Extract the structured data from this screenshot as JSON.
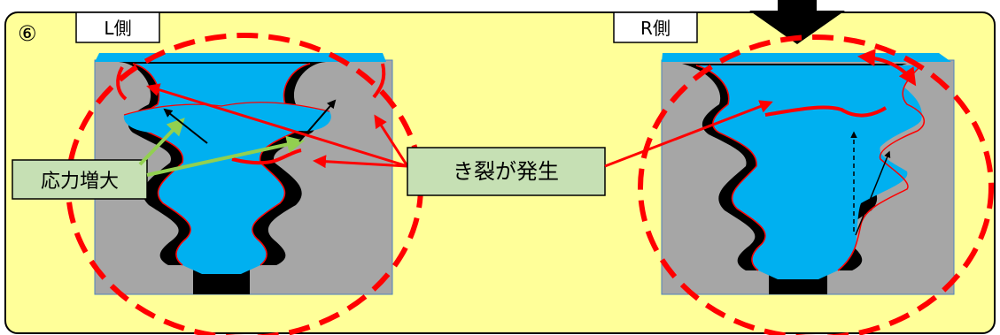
{
  "panel": {
    "step_marker": "⑥",
    "background": "#FFFF99"
  },
  "labels": {
    "left_side": "L側",
    "right_side": "R側",
    "stress_increase": "応力増大",
    "crack_occurs": "き裂が発生"
  },
  "colors": {
    "fluid_blue": "#00B0F0",
    "metal_gray": "#A6A6A6",
    "seal_black": "#000000",
    "crack_red": "#FF0000",
    "callout_green": "#C6E0B4",
    "stress_arrow_green": "#92D050",
    "load_arrow": "#000000"
  },
  "icons": {
    "load": "down-arrow-icon"
  }
}
